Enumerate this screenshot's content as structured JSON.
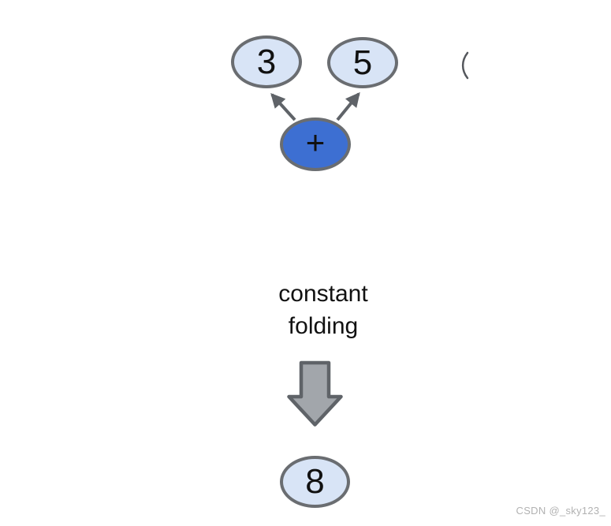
{
  "diagram": {
    "tree_before": {
      "operator": {
        "label": "+"
      },
      "left_operand": {
        "label": "3"
      },
      "right_operand": {
        "label": "5"
      }
    },
    "caption": {
      "line1": "constant",
      "line2": "folding"
    },
    "result_node": {
      "label": "8"
    },
    "clipped_node_visible": "partial ellipse edge at right margin"
  },
  "watermark": {
    "text": "CSDN @_sky123_"
  },
  "colors": {
    "background": "#ffffff",
    "node_fill_light_blue": "#d8e4f6",
    "node_fill_operator_blue": "#3d6fd2",
    "node_border_gray": "#6a6d71",
    "edge_arrow_gray": "#5f6368",
    "big_arrow_fill": "#a2a6ab",
    "big_arrow_border": "#5f6368",
    "text_black": "#111111",
    "watermark_gray": "#b2b2b2"
  }
}
